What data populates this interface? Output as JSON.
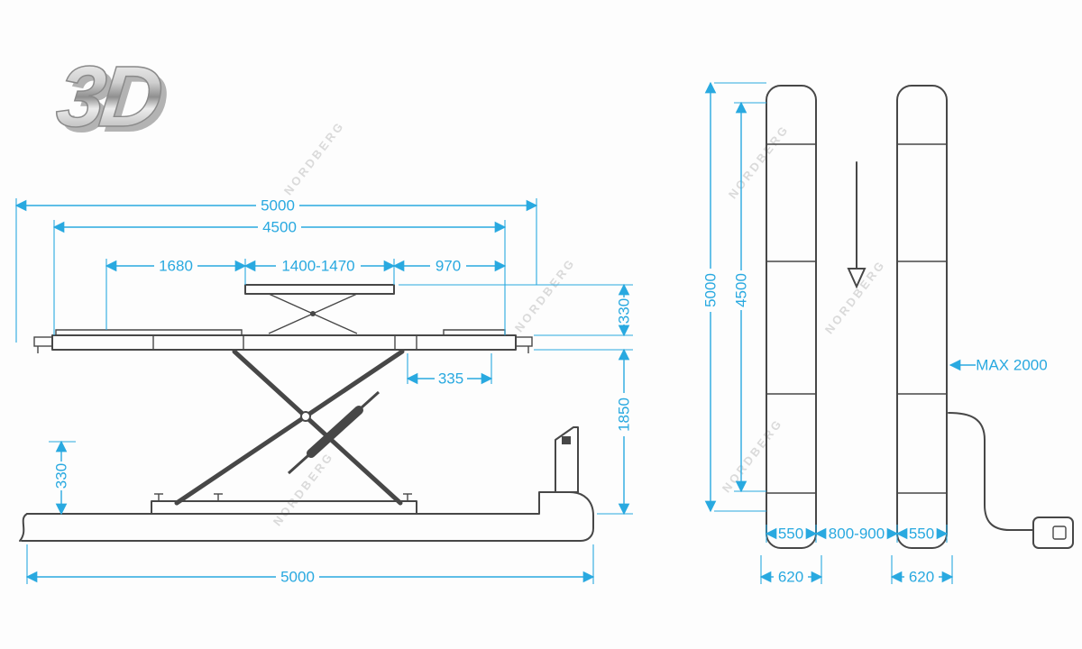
{
  "page": {
    "background": "#fdfdfd",
    "accent_color": "#29a9e0",
    "line_color": "#474747",
    "watermark": "NORDBERG",
    "logo": "3D"
  },
  "side_view": {
    "dim_overall_top": "5000",
    "dim_platform_length": "4500",
    "dim_left_section": "1680",
    "dim_wheel_free_platform": "1400-1470",
    "dim_right_section": "970",
    "dim_stack_height": "330",
    "dim_lift_height": "1850",
    "dim_extension": "335",
    "dim_lowered_height": "330",
    "dim_base_length": "5000"
  },
  "top_view": {
    "dim_overall_length": "5000",
    "dim_platform_length": "4500",
    "dim_hose_length": "MAX 2000",
    "dim_platform_width_left": "550",
    "dim_track_width": "800-900",
    "dim_platform_width_right": "550",
    "dim_ramp_width_left": "620",
    "dim_ramp_width_right": "620"
  }
}
